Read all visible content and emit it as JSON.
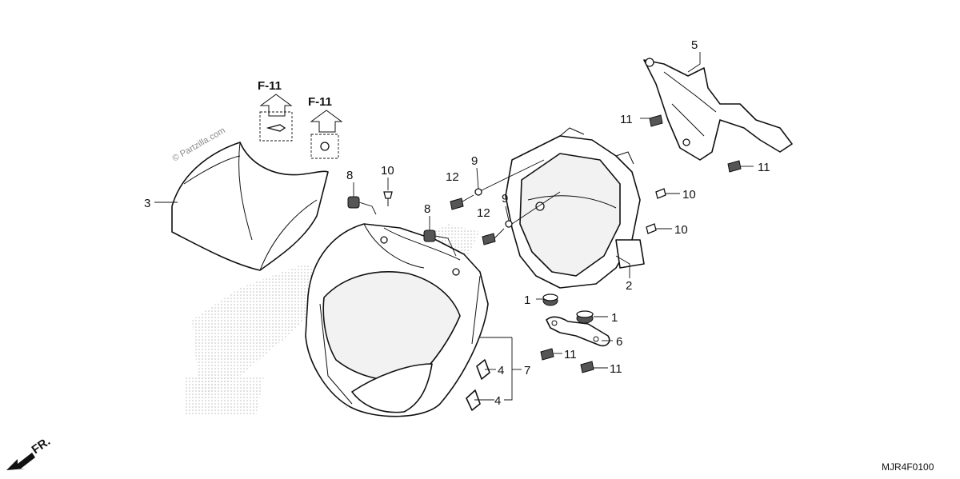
{
  "diagram_code": "MJR4F0100",
  "watermark": "© Partzilla.com",
  "front_indicator": "FR.",
  "ref_labels": [
    "F-11",
    "F-11"
  ],
  "callouts": {
    "c1a": "1",
    "c1b": "1",
    "c2": "2",
    "c3": "3",
    "c4a": "4",
    "c4b": "4",
    "c5": "5",
    "c6": "6",
    "c7": "7",
    "c8a": "8",
    "c8b": "8",
    "c9a": "9",
    "c9b": "9",
    "c10a": "10",
    "c10b": "10",
    "c10c": "10",
    "c11a": "11",
    "c11b": "11",
    "c11c": "11",
    "c11d": "11",
    "c12a": "12",
    "c12b": "12"
  }
}
